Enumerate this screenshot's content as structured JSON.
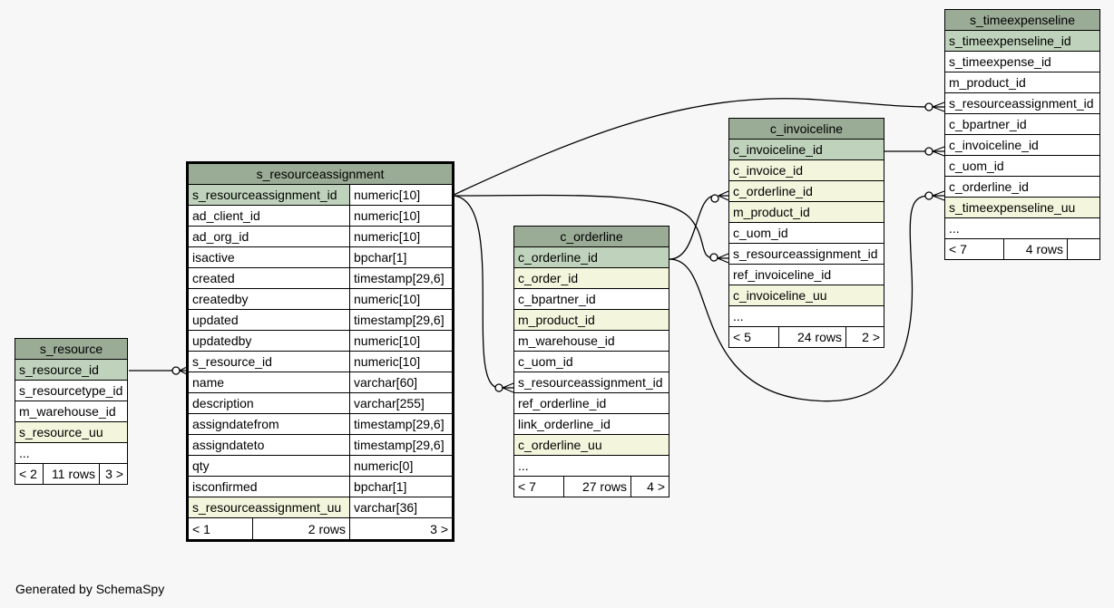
{
  "footer": "Generated by SchemaSpy",
  "tables": {
    "s_resource": {
      "name": "s_resource",
      "rows": [
        "s_resource_id",
        "s_resourcetype_id",
        "m_warehouse_id",
        "s_resource_uu",
        "..."
      ],
      "footer": [
        "< 2",
        "11 rows",
        "3 >"
      ]
    },
    "s_resourceassignment": {
      "name": "s_resourceassignment",
      "rows": [
        [
          "s_resourceassignment_id",
          "numeric[10]"
        ],
        [
          "ad_client_id",
          "numeric[10]"
        ],
        [
          "ad_org_id",
          "numeric[10]"
        ],
        [
          "isactive",
          "bpchar[1]"
        ],
        [
          "created",
          "timestamp[29,6]"
        ],
        [
          "createdby",
          "numeric[10]"
        ],
        [
          "updated",
          "timestamp[29,6]"
        ],
        [
          "updatedby",
          "numeric[10]"
        ],
        [
          "s_resource_id",
          "numeric[10]"
        ],
        [
          "name",
          "varchar[60]"
        ],
        [
          "description",
          "varchar[255]"
        ],
        [
          "assigndatefrom",
          "timestamp[29,6]"
        ],
        [
          "assigndateto",
          "timestamp[29,6]"
        ],
        [
          "qty",
          "numeric[0]"
        ],
        [
          "isconfirmed",
          "bpchar[1]"
        ],
        [
          "s_resourceassignment_uu",
          "varchar[36]"
        ]
      ],
      "footer": [
        "< 1",
        "2 rows",
        "3 >"
      ]
    },
    "c_orderline": {
      "name": "c_orderline",
      "rows": [
        "c_orderline_id",
        "c_order_id",
        "c_bpartner_id",
        "m_product_id",
        "m_warehouse_id",
        "c_uom_id",
        "s_resourceassignment_id",
        "ref_orderline_id",
        "link_orderline_id",
        "c_orderline_uu",
        "..."
      ],
      "footer": [
        "< 7",
        "27 rows",
        "4 >"
      ]
    },
    "c_invoiceline": {
      "name": "c_invoiceline",
      "rows": [
        "c_invoiceline_id",
        "c_invoice_id",
        "c_orderline_id",
        "m_product_id",
        "c_uom_id",
        "s_resourceassignment_id",
        "ref_invoiceline_id",
        "c_invoiceline_uu",
        "..."
      ],
      "footer": [
        "< 5",
        "24 rows",
        "2 >"
      ]
    },
    "s_timeexpenseline": {
      "name": "s_timeexpenseline",
      "rows": [
        "s_timeexpenseline_id",
        "s_timeexpense_id",
        "m_product_id",
        "s_resourceassignment_id",
        "c_bpartner_id",
        "c_invoiceline_id",
        "c_uom_id",
        "c_orderline_id",
        "s_timeexpenseline_uu",
        "..."
      ],
      "footer": [
        "< 7",
        "4 rows",
        ""
      ]
    }
  }
}
